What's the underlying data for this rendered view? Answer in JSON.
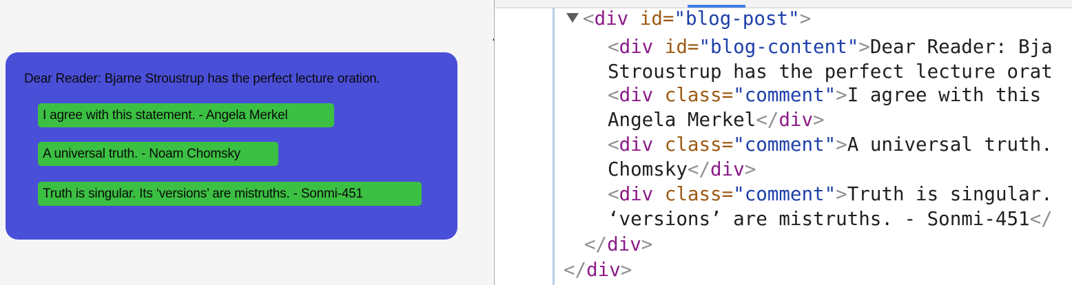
{
  "page": {
    "blog_content": "Dear Reader: Bjarne Stroustrup has the perfect lecture oration.",
    "comments": [
      "I agree with this statement. - Angela Merkel",
      "A universal truth. - Noam Chomsky",
      "Truth is singular. Its ‘versions’ are mistruths. - Sonmi-451"
    ],
    "resize_glyph": "⇔"
  },
  "colors": {
    "blog_post_bg": "#4a4fd8",
    "comment_bg": "#3cc043",
    "page_bg": "#f5f5f6",
    "tag_color": "#8c1a87",
    "attr_color": "#9c5a14",
    "value_color": "#1d3fa8"
  },
  "devtools": {
    "lines": {
      "l1": {
        "open": "<",
        "tag": "div",
        "attr": " id=",
        "value": "\"blog-post\"",
        "close": ">"
      },
      "l2": {
        "open": "<",
        "tag": "div",
        "attr": " id=",
        "value": "\"blog-content\"",
        "close": ">",
        "text": "Dear Reader: Bja"
      },
      "l3": {
        "text": "Stroustrup has the perfect lecture orat"
      },
      "l4": {
        "open": "<",
        "tag": "div",
        "attr": " class=",
        "value": "\"comment\"",
        "close": ">",
        "text": "I agree with this "
      },
      "l5": {
        "text": "Angela Merkel",
        "end_open": "</",
        "end_tag": "div",
        "end_close": ">"
      },
      "l6": {
        "open": "<",
        "tag": "div",
        "attr": " class=",
        "value": "\"comment\"",
        "close": ">",
        "text": "A universal truth."
      },
      "l7": {
        "text": "Chomsky",
        "end_open": "</",
        "end_tag": "div",
        "end_close": ">"
      },
      "l8": {
        "open": "<",
        "tag": "div",
        "attr": " class=",
        "value": "\"comment\"",
        "close": ">",
        "text": "Truth is singular."
      },
      "l9": {
        "text": "‘versions’ are mistruths. - Sonmi-451",
        "end_open": "</"
      },
      "l10": {
        "end_open": "</",
        "end_tag": "div",
        "end_close": ">"
      },
      "l11": {
        "end_open": "</",
        "end_tag": "div",
        "end_close": ">"
      }
    }
  }
}
